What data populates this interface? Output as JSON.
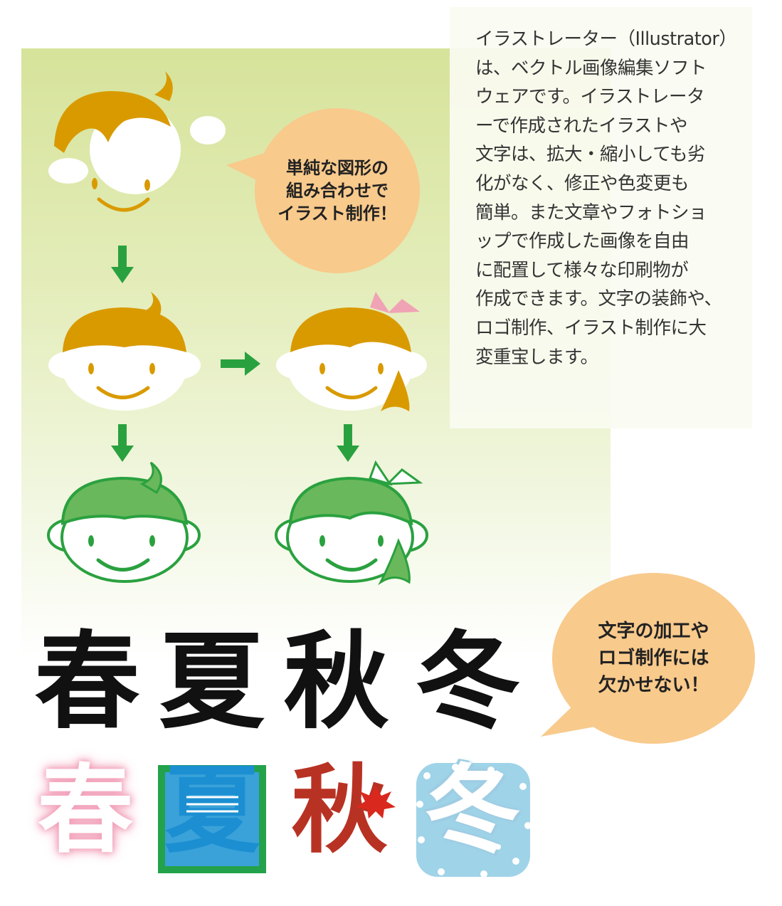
{
  "description": {
    "lines": [
      "イラストレーター（Illustrator）",
      "は、ベクトル画像編集ソフト",
      "ウェアです。イラストレータ",
      "ーで作成されたイラストや",
      "文字は、拡大・縮小しても劣",
      "化がなく、修正や色変更も",
      "簡単。また文章やフォトショ",
      "ップで作成した画像を自由",
      "に配置して様々な印刷物が",
      "作成できます。文字の装飾や、",
      "ロゴ制作、イラスト制作に大",
      "変重宝します。"
    ]
  },
  "bubble_illustration": {
    "lines": [
      "単純な図形の",
      "組み合わせで",
      "イラスト制作！"
    ]
  },
  "bubble_logo": {
    "lines": [
      "文字の加工や",
      "ロゴ制作には",
      "欠かせない！"
    ]
  },
  "seasons_plain": [
    "春",
    "夏",
    "秋",
    "冬"
  ],
  "seasons_decorated": [
    "春",
    "夏",
    "秋",
    "冬"
  ],
  "colors": {
    "hair_orange": "#d99a00",
    "hair_green": "#6ab85c",
    "line_green": "#2aa13f",
    "arrow_green": "#2aa13f",
    "bubble": "#f8ca8c",
    "ribbon_pink": "#f0a3b5",
    "panel_green": "#d6e39a"
  },
  "icons": [
    "face-boy-shapes",
    "face-boy-orange",
    "face-girl-orange",
    "face-boy-green-outline",
    "face-girl-green-outline",
    "down-arrow-icon",
    "right-arrow-icon",
    "maple-leaf-icon"
  ]
}
